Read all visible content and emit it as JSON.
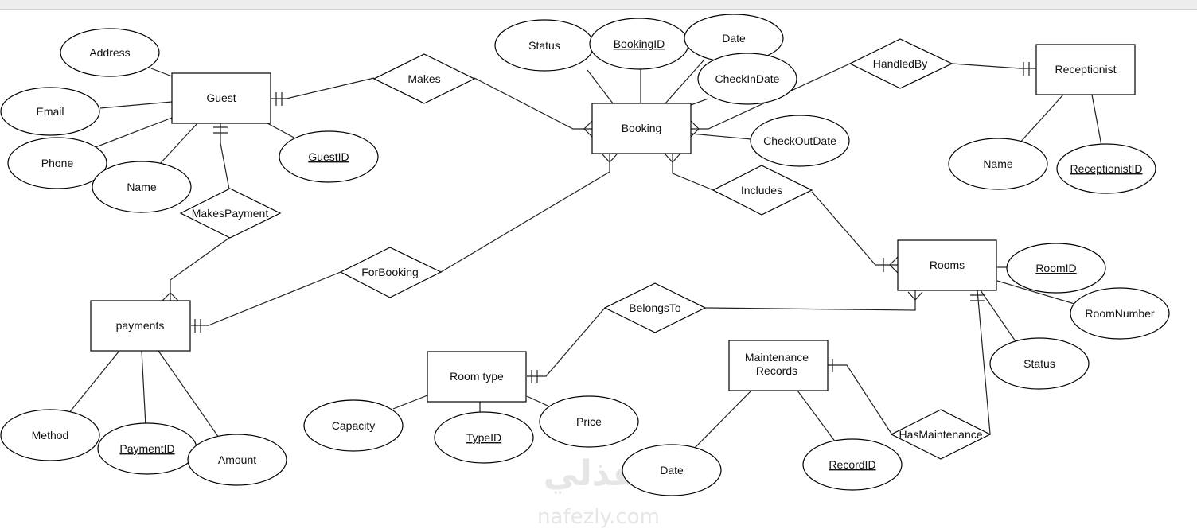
{
  "entities": {
    "guest": "Guest",
    "booking": "Booking",
    "receptionist": "Receptionist",
    "rooms": "Rooms",
    "payments": "payments",
    "room_type": "Room type",
    "maintenance": [
      "Maintenance",
      "Records"
    ]
  },
  "relationships": {
    "makes": "Makes",
    "handled_by": "HandledBy",
    "includes": "Includes",
    "makes_payment": "MakesPayment",
    "for_booking": "ForBooking",
    "belongs_to": "BelongsTo",
    "has_maintenance": "HasMaintenance"
  },
  "attributes": {
    "guest": {
      "address": "Address",
      "email": "Email",
      "phone": "Phone",
      "name": "Name",
      "guest_id": "GuestID"
    },
    "booking": {
      "status": "Status",
      "booking_id": "BookingID",
      "date": "Date",
      "check_in": "CheckInDate",
      "check_out": "CheckOutDate"
    },
    "receptionist": {
      "name": "Name",
      "receptionist_id": "ReceptionistID"
    },
    "rooms": {
      "room_id": "RoomID",
      "room_number": "RoomNumber",
      "status": "Status"
    },
    "payments": {
      "method": "Method",
      "payment_id": "PaymentID",
      "amount": "Amount"
    },
    "room_type": {
      "capacity": "Capacity",
      "type_id": "TypeID",
      "price": "Price"
    },
    "maintenance": {
      "date": "Date",
      "record_id": "RecordID"
    }
  },
  "watermark": {
    "arabic": "نفذلي",
    "latin": "nafezly.com"
  }
}
